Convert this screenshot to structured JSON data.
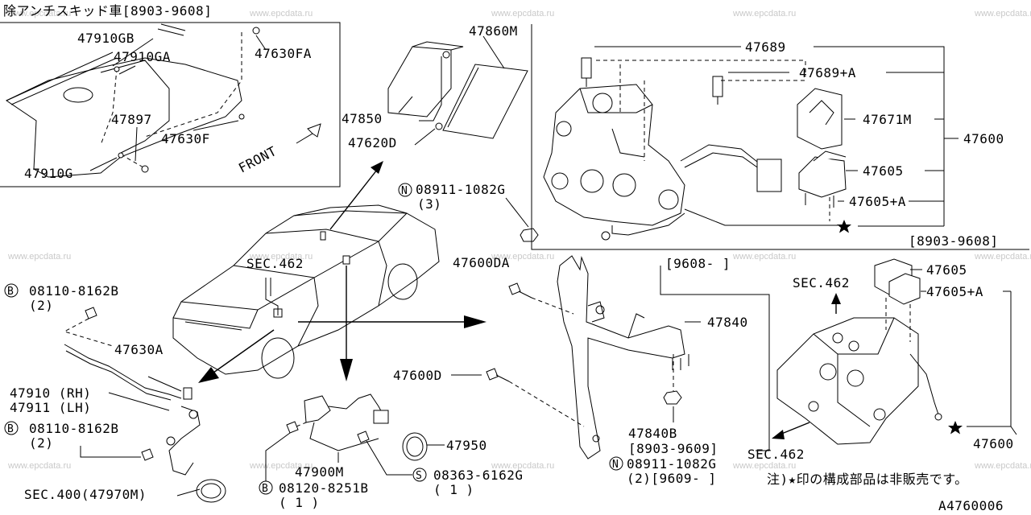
{
  "watermark": "www.epcdata.ru",
  "inset": {
    "title": "除アンチスキッド車[8903-9608]",
    "front_label": "FRONT",
    "labels": [
      "47910GB",
      "47910GA",
      "47630FA",
      "47897",
      "47630F",
      "47910G"
    ]
  },
  "parts": {
    "p47860M": "47860M",
    "p47850": "47850",
    "p47620D": "47620D",
    "p47689": "47689",
    "p47689A": "47689+A",
    "p47671M": "47671M",
    "p47600": "47600",
    "p47605": "47605",
    "p47605A": "47605+A",
    "date1": "[8903-9608]",
    "n_code": "08911-1082G",
    "n_qty": "(3)",
    "p47600DA": "47600DA",
    "date2": "[9608-    ]",
    "sec462a": "SEC.462",
    "b_code": "08110-8162B",
    "b_qty": "(2)",
    "p47630A": "47630A",
    "p47910": "47910 (RH)",
    "p47911": "47911 (LH)",
    "b2_code": "08110-8162B",
    "b2_qty": "(2)",
    "p47840": "47840",
    "p47600D": "47600D",
    "p47950": "47950",
    "p47840B": "47840B",
    "date3": "[8903-9609]",
    "n2_code": "08911-1082G",
    "n2_qty": "(2)[9609-    ]",
    "p47900M": "47900M",
    "s_code": "08363-6162G",
    "s_qty": "( 1 )",
    "b3_code": "08120-8251B",
    "b3_qty": "( 1 )",
    "sec400": "SEC.400(47970M)",
    "sec462b": "SEC.462",
    "sec462c": "SEC.462",
    "p47605b": "47605",
    "p47605Ab": "47605+A",
    "p47600b": "47600",
    "note": "注)★印の構成部品は非販売です。",
    "diagram_id": "A4760006",
    "circle_n": "N",
    "circle_b": "B",
    "circle_s": "S"
  }
}
